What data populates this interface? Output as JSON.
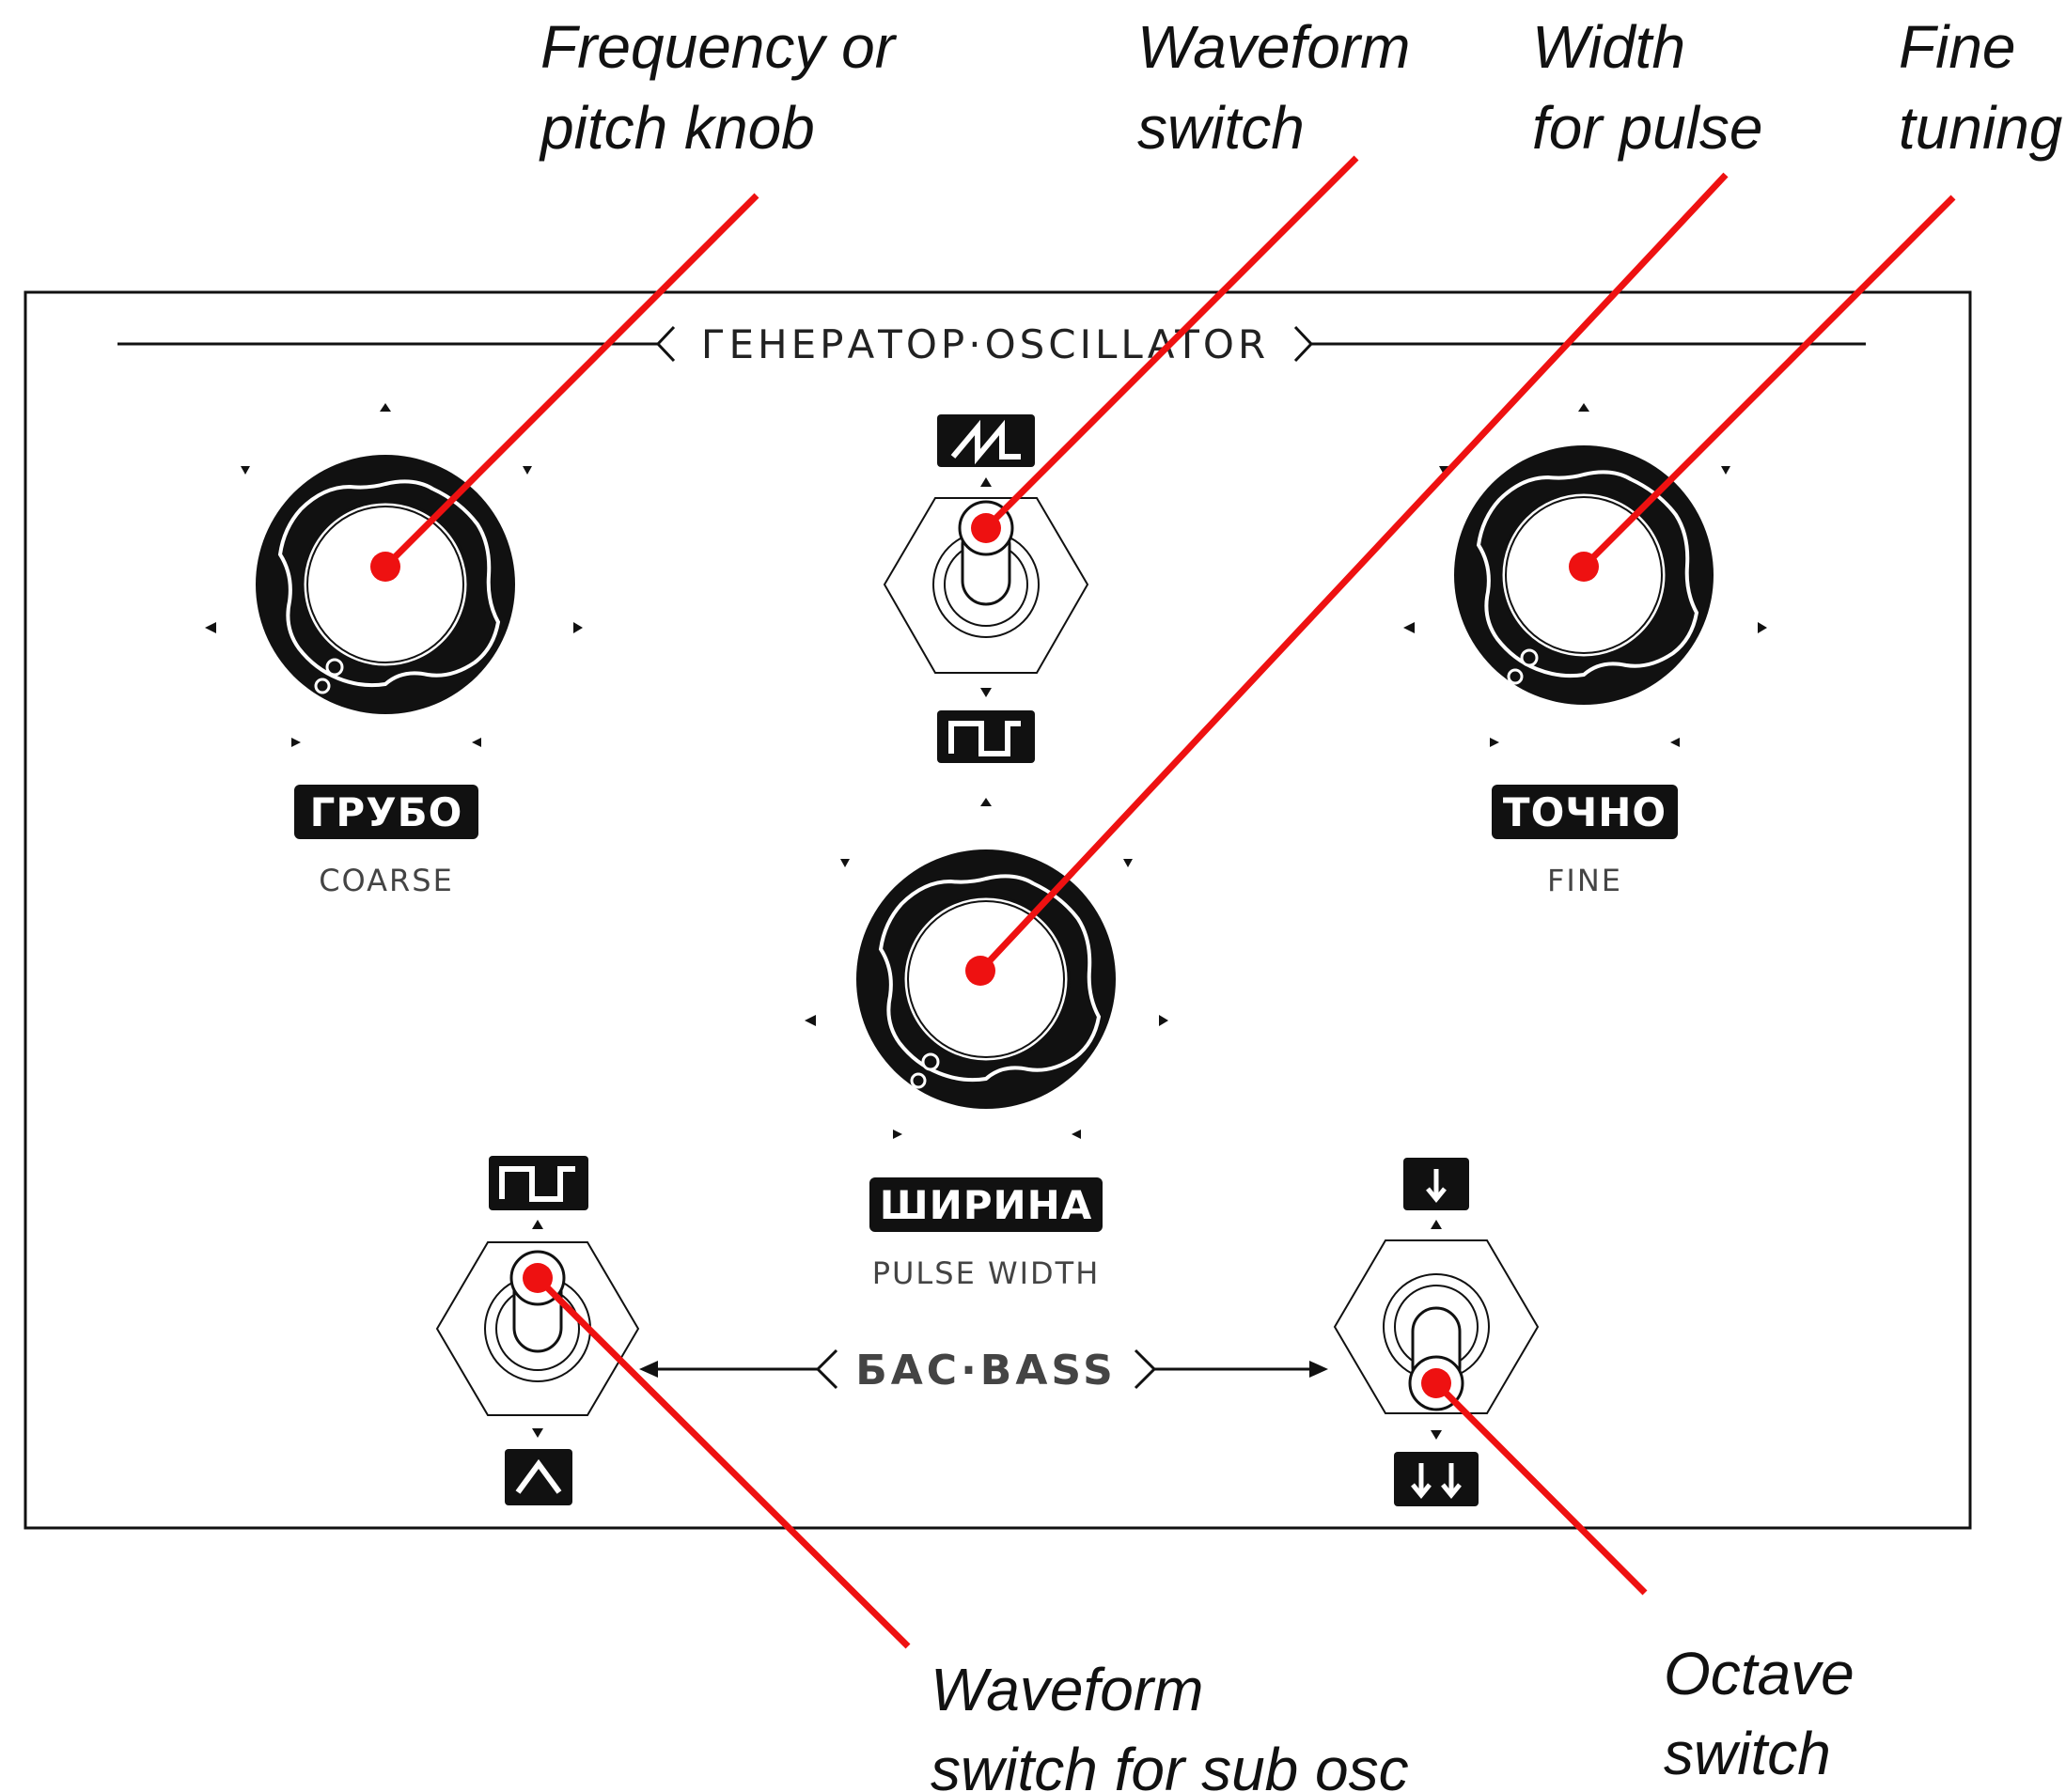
{
  "callouts": {
    "pitch": [
      "Frequency or",
      "pitch knob"
    ],
    "waveform": [
      "Waveform",
      "switch"
    ],
    "width": [
      "Width",
      "for pulse"
    ],
    "fine": [
      "Fine",
      "tuning"
    ],
    "sub_waveform": [
      "Waveform",
      "switch for sub osc"
    ],
    "octave": [
      "Octave",
      "switch"
    ]
  },
  "panel": {
    "title": "ГЕНЕРАТОР·OSCILLATOR",
    "bass_label": "БАС·BASS"
  },
  "knobs": {
    "coarse": {
      "badge": "ГРУБО",
      "label": "COARSE"
    },
    "fine": {
      "badge": "ТОЧНО",
      "label": "FINE"
    },
    "width": {
      "badge": "ШИРИНА",
      "label": "PULSE WIDTH"
    }
  },
  "switch_icons": {
    "waveform_top": "sawtooth-wave-icon",
    "waveform_bottom": "square-wave-icon",
    "sub_top": "square-wave-icon",
    "sub_bottom": "triangle-wave-icon",
    "octave_top": "arrow-down-icon",
    "octave_bottom": "double-arrow-down-icon"
  },
  "colors": {
    "callout_line": "#ee1111",
    "panel_ink": "#111111",
    "background": "#ffffff"
  }
}
